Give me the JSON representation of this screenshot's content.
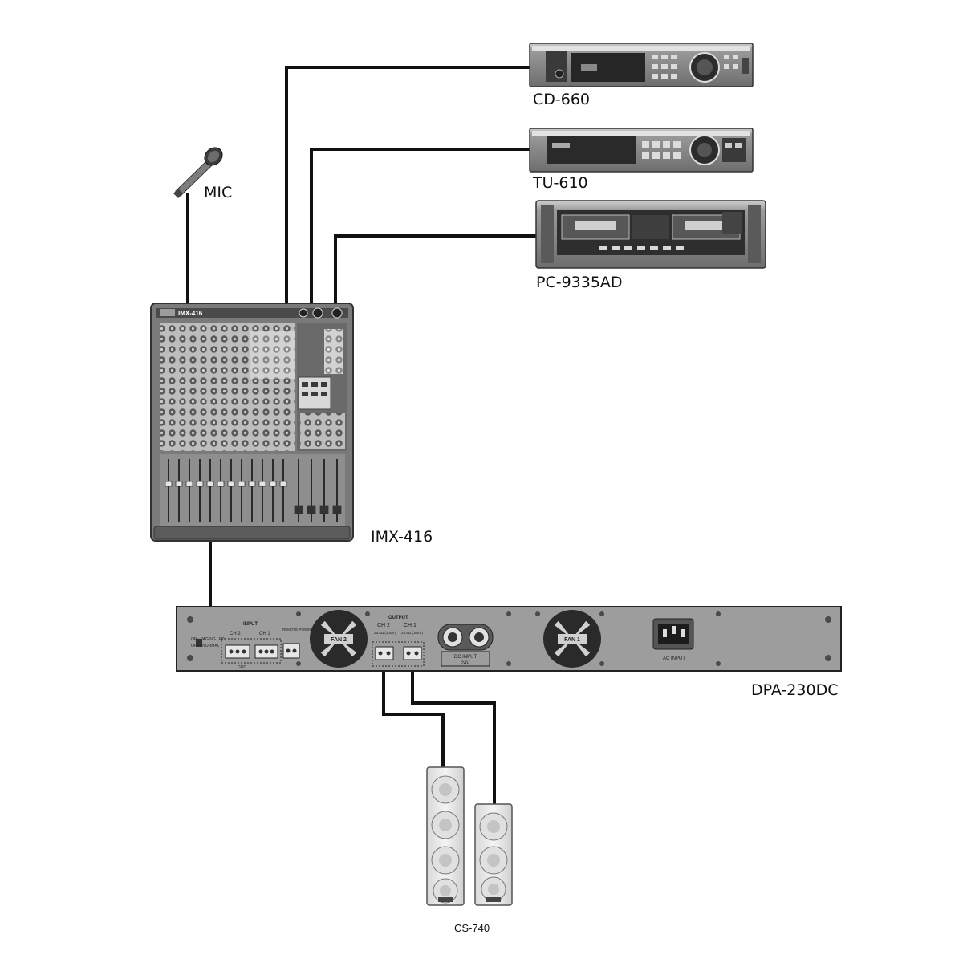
{
  "devices": {
    "cd_player": {
      "label": "CD-660"
    },
    "tuner": {
      "label": "TU-610"
    },
    "cassette": {
      "label": "PC-9335AD"
    },
    "mic": {
      "label": "MIC"
    },
    "mixer": {
      "label": "IMX-416",
      "panel_title": "IMX-416"
    },
    "amplifier": {
      "label": "DPA-230DC",
      "input_label": "INPUT",
      "ch2": "CH 2",
      "ch1": "CH 1",
      "remote_power": "REMOTE POWER",
      "on_paging": "ON : PAGING LED",
      "off_normal": "OFF : NORMAL",
      "gnd": "GND",
      "output_label": "OUTPUT",
      "out_ch2": "CH 2",
      "out_ch1": "CH 1",
      "out_ch2_spec": "25.5Ω (100V)",
      "out_ch1_spec": "25.5Ω (100V)",
      "fan2": "FAN 2",
      "fan1": "FAN 1",
      "dc_input": "DC INPUT",
      "dc_voltage": "24V",
      "ac_input": "AC INPUT"
    },
    "speakers": {
      "label": "CS-740"
    }
  }
}
